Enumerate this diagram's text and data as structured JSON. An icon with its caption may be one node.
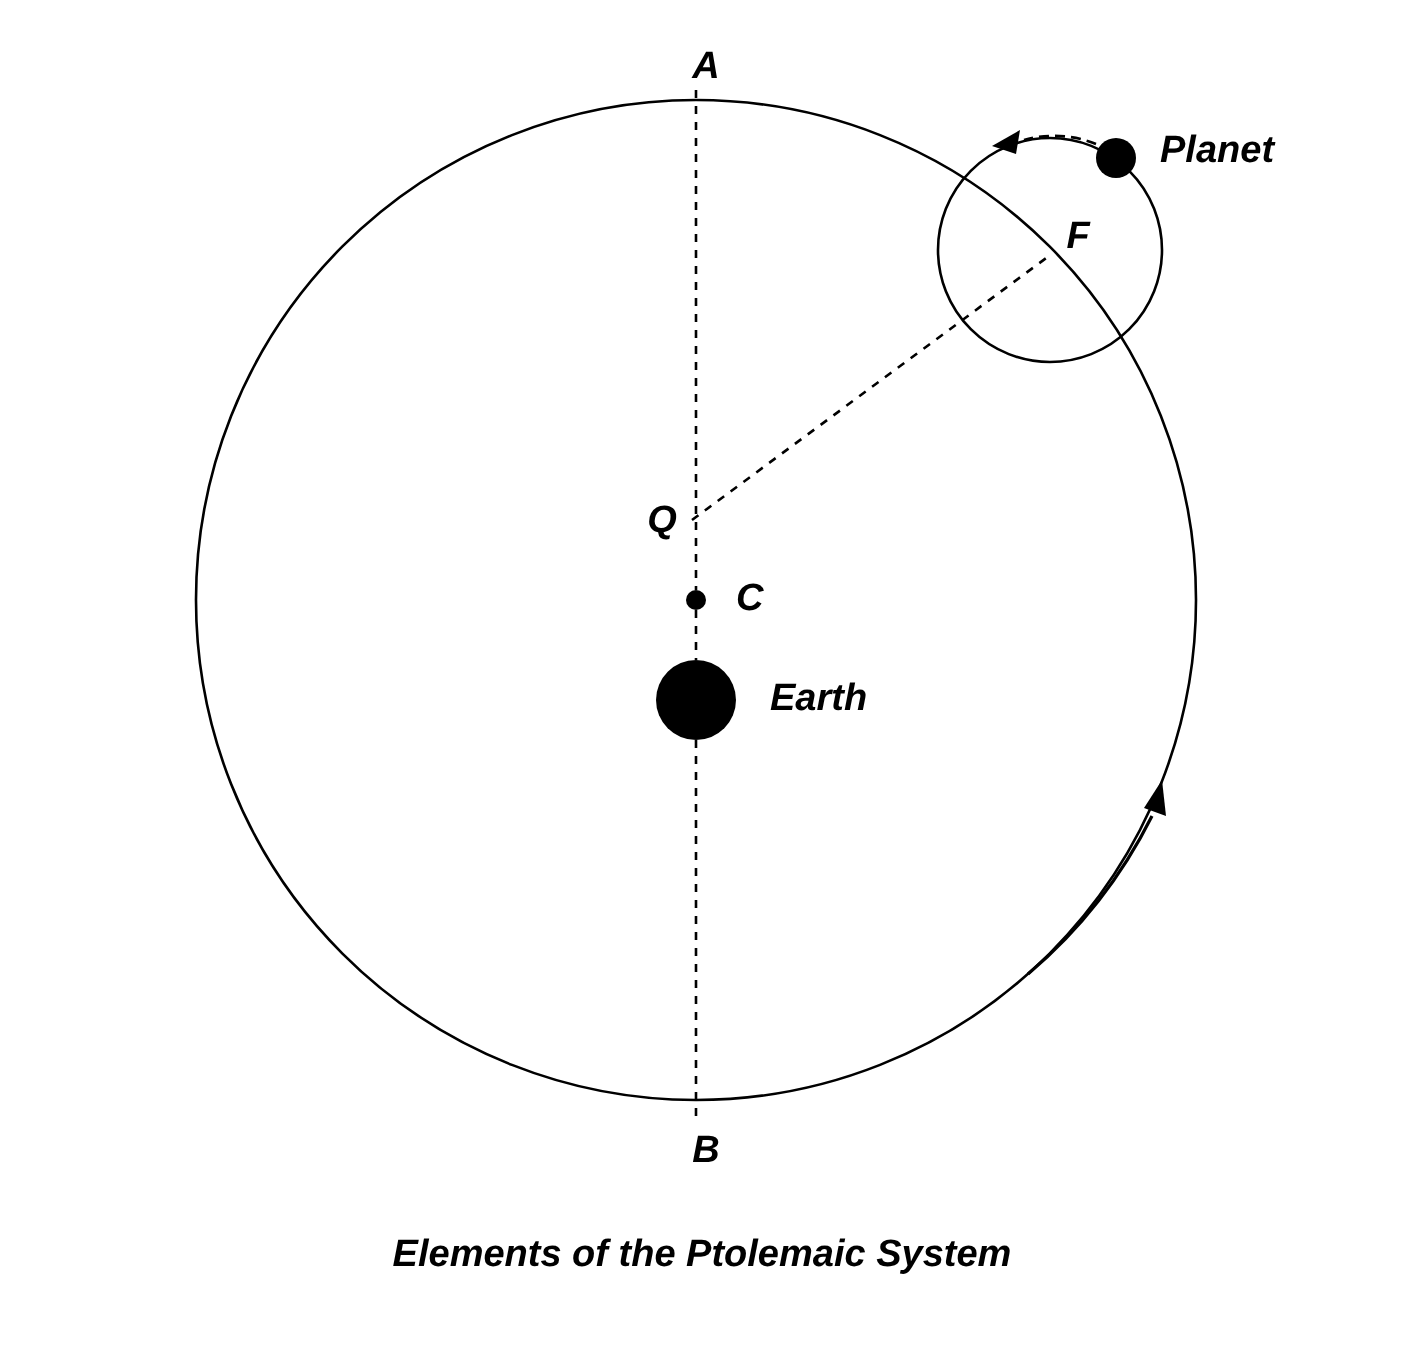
{
  "diagram": {
    "caption": "Elements of the Ptolemaic System",
    "nodes": [
      {
        "text": [
          "A"
        ]
      },
      {
        "text": [],
        "shape": "circle",
        "beside": [
          "Planet"
        ]
      },
      {
        "text": [
          "F"
        ]
      },
      {
        "text": [
          "Q"
        ]
      },
      {
        "text": [],
        "shape": "circle",
        "beside": [
          "C"
        ]
      },
      {
        "text": [],
        "shape": "circle",
        "beside": [
          "Earth"
        ]
      },
      {
        "text": [
          "B"
        ]
      }
    ],
    "edges": [
      {
        "from": 0,
        "to": 4,
        "arrow": "none",
        "style": "dashed"
      },
      {
        "from": 4,
        "to": 5,
        "arrow": "none",
        "style": "dashed"
      },
      {
        "from": 5,
        "to": 6,
        "arrow": "none",
        "style": "dashed"
      },
      {
        "from": 3,
        "to": 2,
        "arrow": "none",
        "style": "dashed"
      }
    ]
  }
}
